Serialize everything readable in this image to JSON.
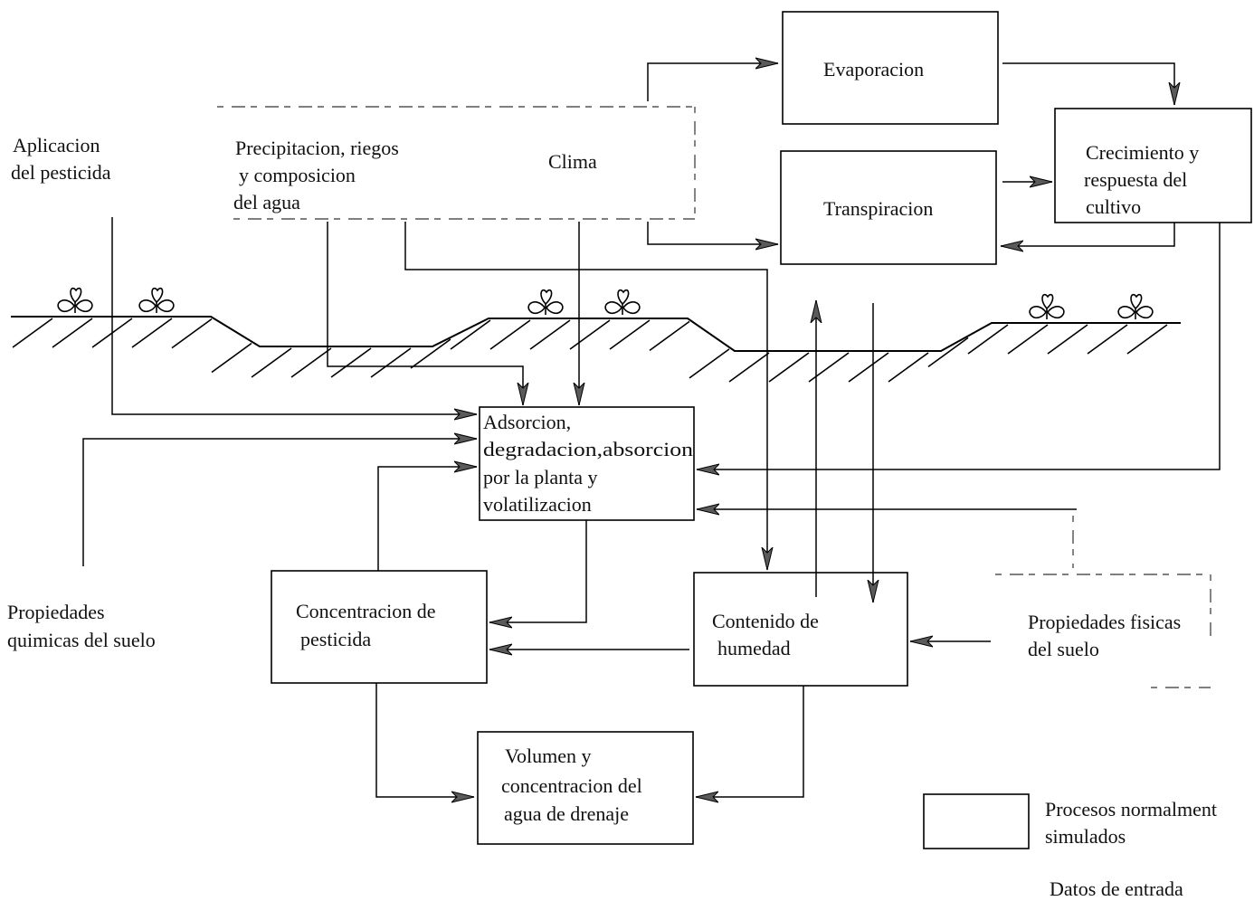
{
  "inputs": {
    "aplicacion": [
      "Aplicacion",
      "del pesticida"
    ],
    "precipitacion": [
      "Precipitacion, riegos",
      "y composicion",
      "del agua"
    ],
    "clima": [
      "Clima"
    ],
    "propiedades_quimicas": [
      "Propiedades",
      "quimicas del suelo"
    ],
    "propiedades_fisicas": [
      "Propiedades fisicas",
      "del suelo"
    ]
  },
  "processes": {
    "evaporacion": [
      "Evaporacion"
    ],
    "transpiracion": [
      "Transpiracion"
    ],
    "crecimiento": [
      "Crecimiento y",
      "respuesta del",
      "cultivo"
    ],
    "adsorcion": [
      "Adsorcion,",
      "degradacion,absorcion",
      "por la planta y",
      "volatilizacion"
    ],
    "concentracion": [
      "Concentracion de",
      "pesticida"
    ],
    "contenido": [
      "Contenido de",
      "humedad"
    ],
    "volumen": [
      "Volumen y",
      "concentracion del",
      "agua de drenaje"
    ]
  },
  "legend": {
    "processes": [
      "Procesos normalment",
      "simulados"
    ],
    "inputs": [
      "Datos de entrada"
    ]
  },
  "icons": {
    "plant": "plant-icon"
  },
  "colors": {
    "lines": "#000000",
    "arrowhead_fill": "#5a5a5a",
    "background": "#ffffff"
  }
}
